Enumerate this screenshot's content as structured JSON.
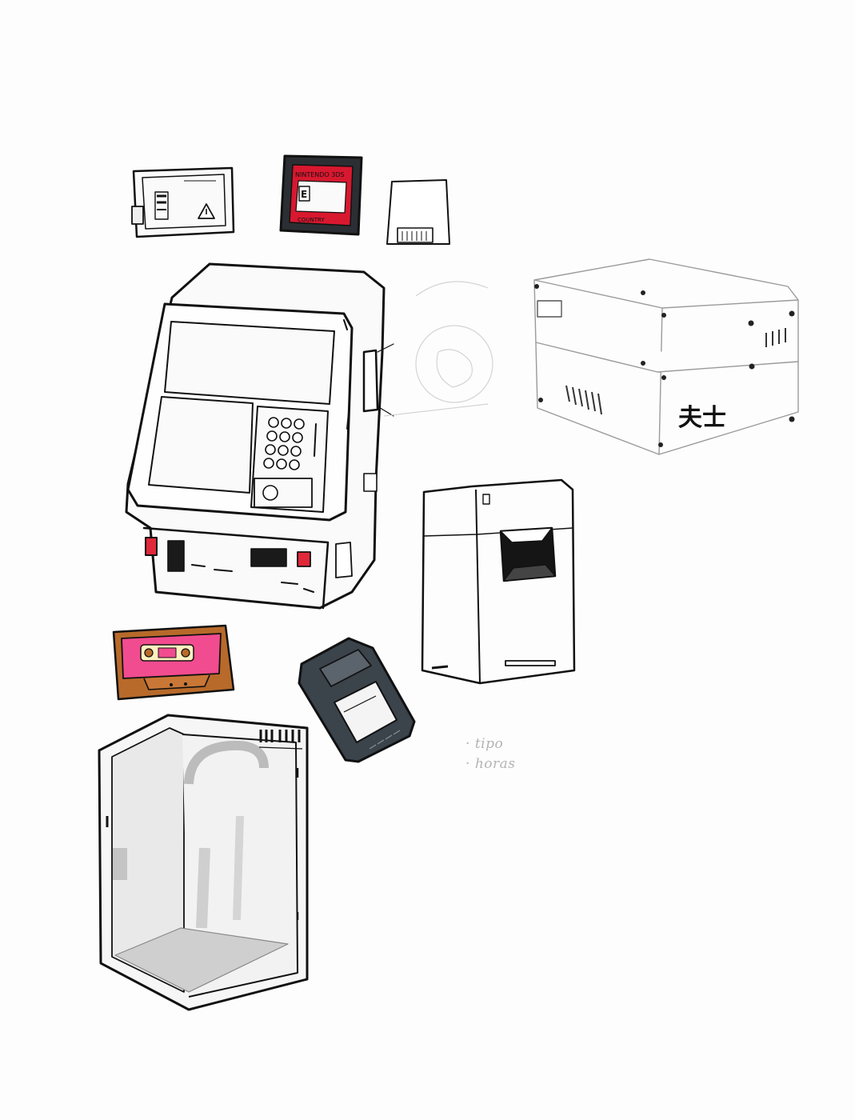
{
  "sketch": {
    "game_card_label_top": "NINTENDO 3DS",
    "game_card_rating": "E",
    "game_card_label_bottom": "COUNTRY",
    "kanji_sticker": "夫士",
    "notes": [
      "tipo",
      "horas"
    ]
  },
  "colors": {
    "ink": "#111111",
    "game_card_red": "#d8182f",
    "cassette_pink": "#f14c8f",
    "cassette_brown": "#b86a2a",
    "dark_slate": "#3b434b",
    "booth_grey": "#d8d8d8",
    "button_red": "#e0283a"
  },
  "icons": [
    "warning-icon",
    "barcode-icon",
    "rating-e-icon",
    "keypad-icon"
  ]
}
